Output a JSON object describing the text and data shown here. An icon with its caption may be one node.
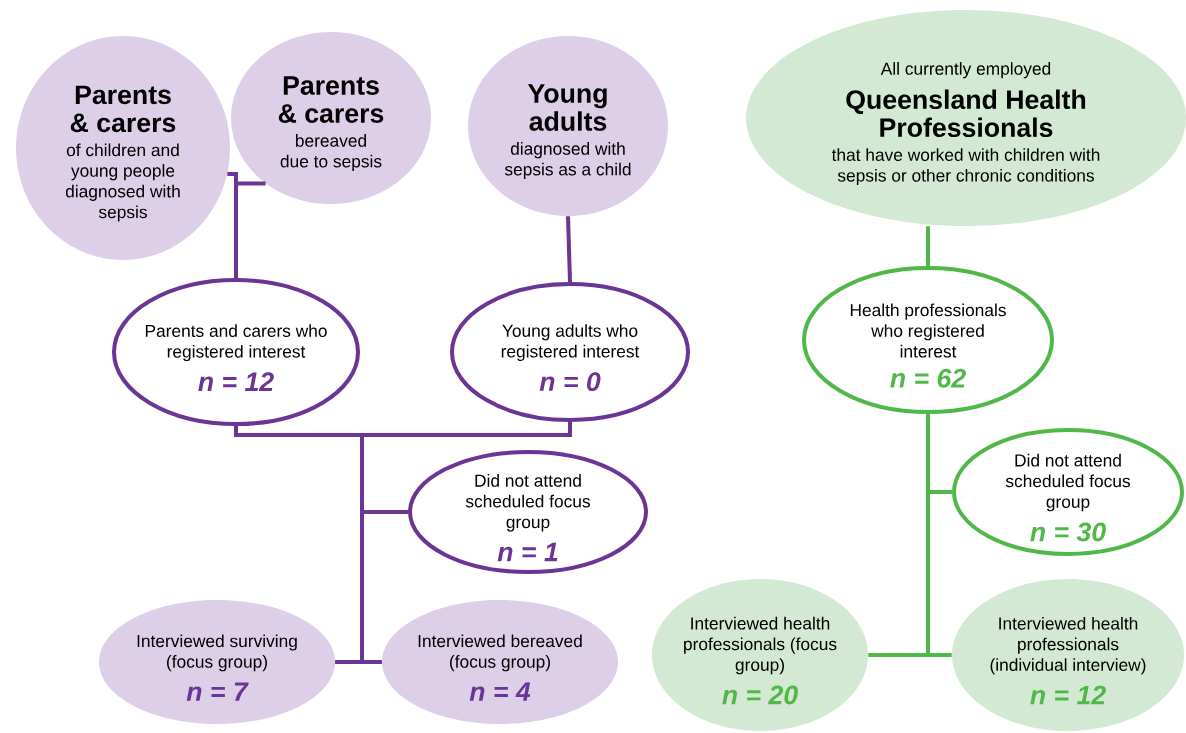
{
  "diagram": {
    "nodes": [
      {
        "text": [
          "Parents & carers",
          "of children and young people diagnosed with sepsis"
        ]
      },
      {
        "text": [
          "Parents & carers",
          "bereaved due to sepsis"
        ]
      },
      {
        "text": [
          "Young adults",
          "diagnosed with sepsis as a child"
        ]
      },
      {
        "text": [
          "All currently employed",
          "Queensland Health Professionals",
          "that have worked with children with sepsis or other chronic conditions"
        ]
      },
      {
        "text": [
          "Parents and carers who registered interest",
          "n = 12"
        ]
      },
      {
        "text": [
          "Young adults who registered interest",
          "n = 0"
        ]
      },
      {
        "text": [
          "Health professionals who registered interest",
          "n = 62"
        ]
      },
      {
        "text": [
          "Did not attend scheduled focus group",
          "n = 1"
        ]
      },
      {
        "text": [
          "Did not attend scheduled focus group",
          "n = 30"
        ]
      },
      {
        "text": [
          "Interviewed surviving (focus group)",
          "n = 7"
        ]
      },
      {
        "text": [
          "Interviewed bereaved (focus group)",
          "n = 4"
        ]
      },
      {
        "text": [
          "Interviewed health professionals (focus group)",
          "n = 20"
        ]
      },
      {
        "text": [
          "Interviewed health professionals (individual interview)",
          "n = 12"
        ]
      }
    ],
    "edges": [
      {
        "from": 0,
        "to": 4,
        "arrow": "none"
      },
      {
        "from": 1,
        "to": 4,
        "arrow": "none"
      },
      {
        "from": 2,
        "to": 5,
        "arrow": "none"
      },
      {
        "from": 3,
        "to": 6,
        "arrow": "none",
        "color": "#50b848"
      },
      {
        "from": 4,
        "to": 7,
        "arrow": "none"
      },
      {
        "from": 5,
        "to": 7,
        "arrow": "none"
      },
      {
        "from": 4,
        "to": 9,
        "arrow": "none"
      },
      {
        "from": 4,
        "to": 10,
        "arrow": "none"
      },
      {
        "from": 5,
        "to": 9,
        "arrow": "none"
      },
      {
        "from": 5,
        "to": 10,
        "arrow": "none"
      },
      {
        "from": 6,
        "to": 8,
        "arrow": "none",
        "color": "#50b848"
      },
      {
        "from": 6,
        "to": 11,
        "arrow": "none",
        "color": "#50b848"
      },
      {
        "from": 6,
        "to": 12,
        "arrow": "none",
        "color": "#50b848"
      }
    ]
  }
}
